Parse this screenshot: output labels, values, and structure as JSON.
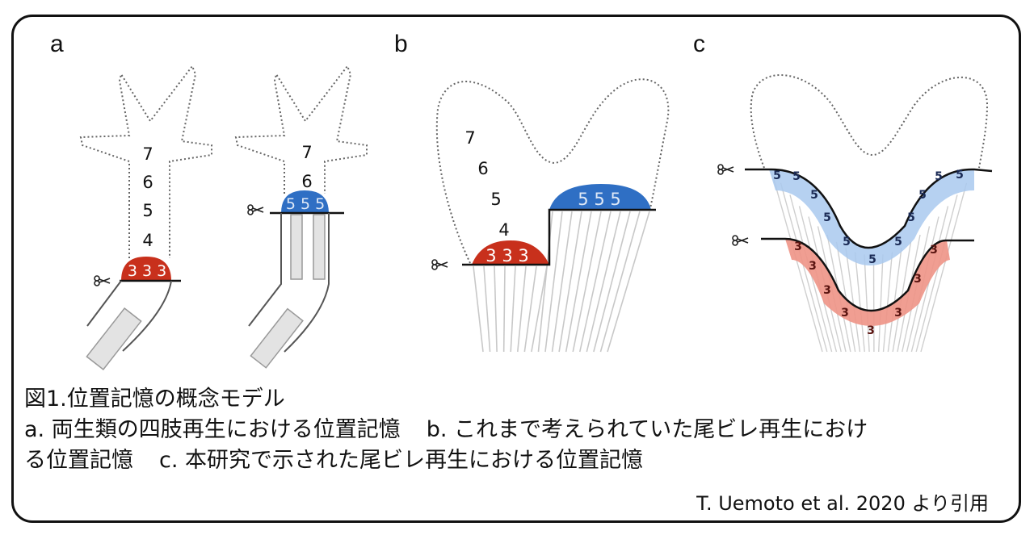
{
  "panels": {
    "a": {
      "label": "a",
      "limb1": {
        "numbers": [
          "7",
          "6",
          "5",
          "4"
        ],
        "cap_label": "3 3 3"
      },
      "limb2": {
        "numbers": [
          "7",
          "6"
        ],
        "cap_label": "5 5 5"
      }
    },
    "b": {
      "label": "b",
      "numbers": [
        "7",
        "6",
        "5",
        "4"
      ],
      "red_label": "3 3 3",
      "blue_label": "5 5 5"
    },
    "c": {
      "label": "c",
      "blue_band": [
        "5",
        "5",
        "5",
        "5",
        "5",
        "5",
        "5",
        "5",
        "5",
        "5",
        "5"
      ],
      "red_band": [
        "3",
        "3",
        "3",
        "3",
        "3",
        "3",
        "3",
        "3"
      ]
    }
  },
  "caption": {
    "line1": "図1.位置記憶の概念モデル",
    "line2a": "a. 両生類の四肢再生における位置記憶",
    "line2b": "b. これまで考えられていた尾ビレ再生におけ",
    "line3a": "る位置記憶",
    "line3b": "c. 本研究で示された尾ビレ再生における位置記憶"
  },
  "credit": "T. Uemoto et al. 2020 より引用",
  "colors": {
    "red": "#c8301c",
    "blue": "#2f6fc4",
    "light_blue": "#a9c9ee",
    "light_red": "#ee9486",
    "ray": "#c8c8c8"
  }
}
